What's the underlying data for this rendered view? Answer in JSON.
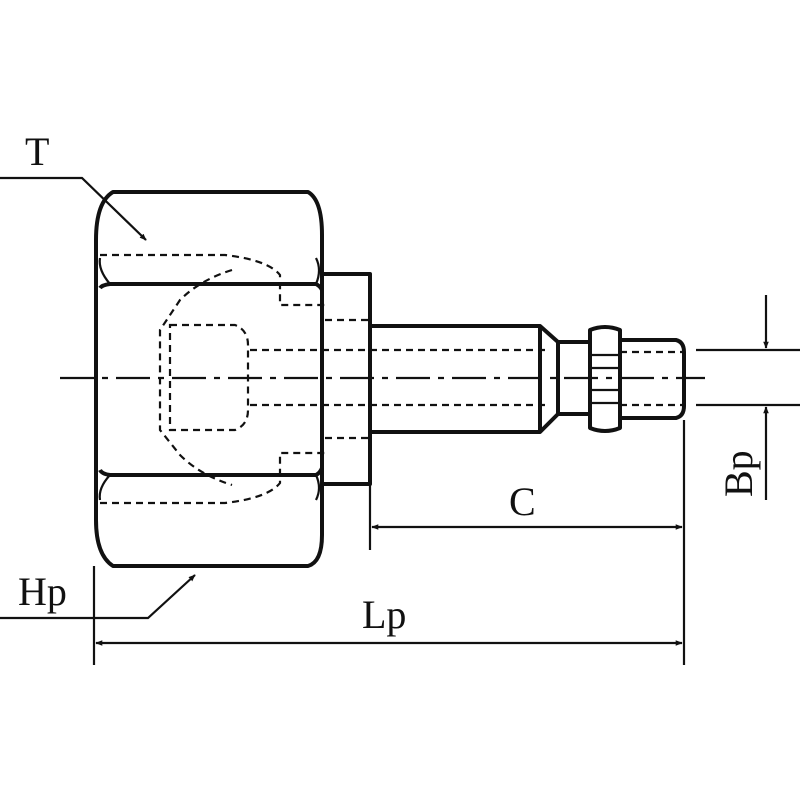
{
  "diagram": {
    "labels": {
      "T": "T",
      "Hp": "Hp",
      "Lp": "Lp",
      "C": "C",
      "Bp": "Bp"
    },
    "colors": {
      "line": "#111111",
      "background": "#ffffff"
    }
  }
}
